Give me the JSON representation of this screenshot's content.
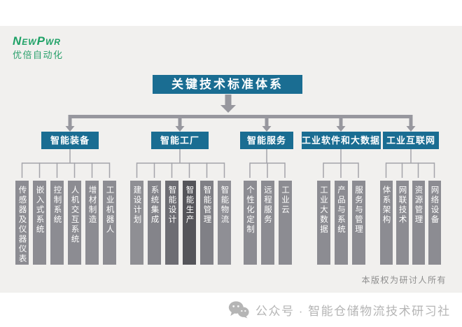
{
  "brand": {
    "name": "NewPwr",
    "subtitle": "优倍自动化",
    "color": "#1ea166"
  },
  "diagram": {
    "root_label": "关键技术标准体系",
    "groups": [
      {
        "label": "智能装备",
        "items": [
          "传感器及仪器仪表",
          "嵌入式系统",
          "控制系统",
          "人机交互系统",
          "增材制造",
          "工业机器人"
        ]
      },
      {
        "label": "智能工厂",
        "items": [
          "建设计划",
          "系统集成",
          "智能设计",
          "智能生产",
          "智能管理",
          "智能物流"
        ],
        "item_colors": [
          "#8f8f94",
          "#84848a",
          "#6d6d73",
          "#55555a",
          "#808086",
          "#8f8f95"
        ]
      },
      {
        "label": "智能服务",
        "items": [
          "个性化定制",
          "远程服务",
          "工业云"
        ]
      },
      {
        "label": "工业软件和大数据",
        "items": [
          "工业大数据",
          "产品与系统",
          "服务与管理"
        ]
      },
      {
        "label": "工业互联网",
        "items": [
          "体系架构",
          "网联技术",
          "资源管理",
          "网络设备"
        ]
      }
    ]
  },
  "copyright_note": "本版权为研讨人所有",
  "footer": {
    "icon": "wechat-icon",
    "text": "公众号 · 智能仓储物流技术研习社"
  },
  "colors": {
    "header_box": "#1a6d92",
    "bar_default": "#8c8c92",
    "connector": "#97979e",
    "connector_thin": "#a4a4aa",
    "band_bg": "#f1f0ee",
    "footer_text": "#b5b5b5"
  }
}
